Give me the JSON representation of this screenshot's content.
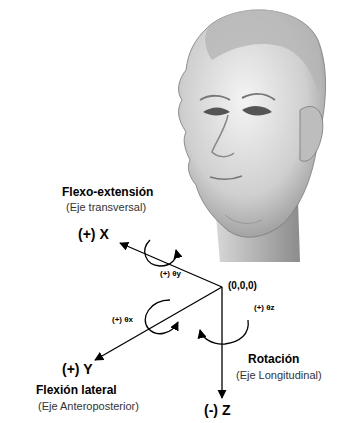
{
  "diagram": {
    "labels": [
      "Flexo-extensión",
      "(Eje transversal)",
      "(+) X",
      "(+) θy",
      "(0,0,0)",
      "(+) θx",
      "(+) θz",
      "(+) Y",
      "Flexión lateral",
      "(Eje Anteroposterior)",
      "Rotación",
      "(Eje Longitudinal)",
      "(-) Z"
    ]
  }
}
